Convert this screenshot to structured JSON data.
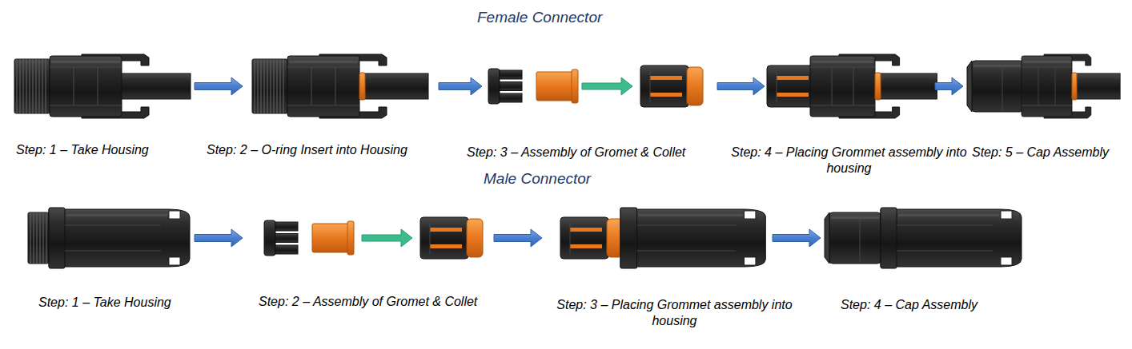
{
  "diagram": {
    "nodes": [
      {
        "text": [
          "Step: 1 – Take Housing"
        ]
      },
      {
        "text": [
          "Step: 2 – O-ring Insert into Housing"
        ]
      },
      {
        "text": [
          "Step: 3 – Assembly of Gromet & Collet"
        ]
      },
      {
        "text": [
          "Step: 4 – Placing Grommet assembly into housing"
        ]
      },
      {
        "text": [
          "Step: 5 – Cap Assembly"
        ]
      },
      {
        "text": [
          "Step: 1 – Take Housing"
        ]
      },
      {
        "text": [
          "Step: 2 – Assembly of Gromet & Collet"
        ]
      },
      {
        "text": [
          "Step: 3 – Placing Grommet assembly into housing"
        ]
      },
      {
        "text": [
          "Step: 4 – Cap Assembly"
        ]
      }
    ],
    "edges": [
      {
        "from": 0,
        "to": 1,
        "arrow": "to"
      },
      {
        "from": 1,
        "to": 2,
        "arrow": "to"
      },
      {
        "from": 2,
        "to": 3,
        "arrow": "to"
      },
      {
        "from": 3,
        "to": 4,
        "arrow": "to"
      },
      {
        "from": 5,
        "to": 6,
        "arrow": "to"
      },
      {
        "from": 6,
        "to": 7,
        "arrow": "to"
      },
      {
        "from": 7,
        "to": 8,
        "arrow": "to"
      }
    ],
    "labels": [
      "Female Connector",
      "Male Connector"
    ]
  }
}
